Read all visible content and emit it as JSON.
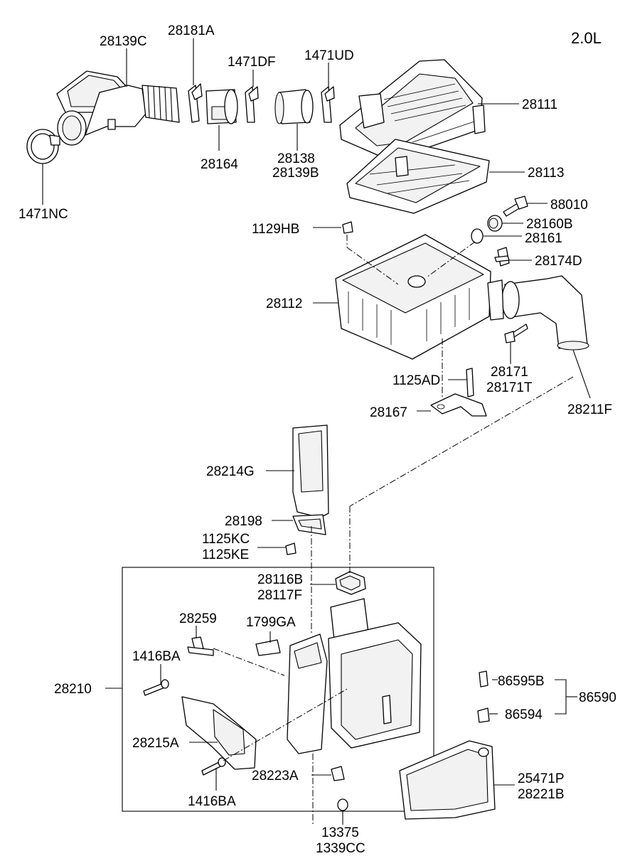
{
  "engine_label": "2.0L",
  "labels": {
    "p28139C": "28139C",
    "p28181A": "28181A",
    "p1471DF": "1471DF",
    "p1471UD": "1471UD",
    "p28111": "28111",
    "p28113": "28113",
    "p28164": "28164",
    "p28138": "28138",
    "p28139B": "28139B",
    "p1471NC": "1471NC",
    "p88010": "88010",
    "p28160B": "28160B",
    "p1129HB": "1129HB",
    "p28161": "28161",
    "p28174D": "28174D",
    "p28112": "28112",
    "p1125AD": "1125AD",
    "p28171": "28171",
    "p28171T": "28171T",
    "p28167": "28167",
    "p28211F": "28211F",
    "p28214G": "28214G",
    "p28198": "28198",
    "p1125KC": "1125KC",
    "p1125KE": "1125KE",
    "p28116B": "28116B",
    "p28117F": "28117F",
    "p28259": "28259",
    "p1799GA": "1799GA",
    "p1416BA_a": "1416BA",
    "p28210": "28210",
    "p86595B": "86595B",
    "p86590": "86590",
    "p86594": "86594",
    "p28215A": "28215A",
    "p28223A": "28223A",
    "p25471P": "25471P",
    "p28221B": "28221B",
    "p1416BA_b": "1416BA",
    "p13375": "13375",
    "p1339CC": "1339CC"
  }
}
